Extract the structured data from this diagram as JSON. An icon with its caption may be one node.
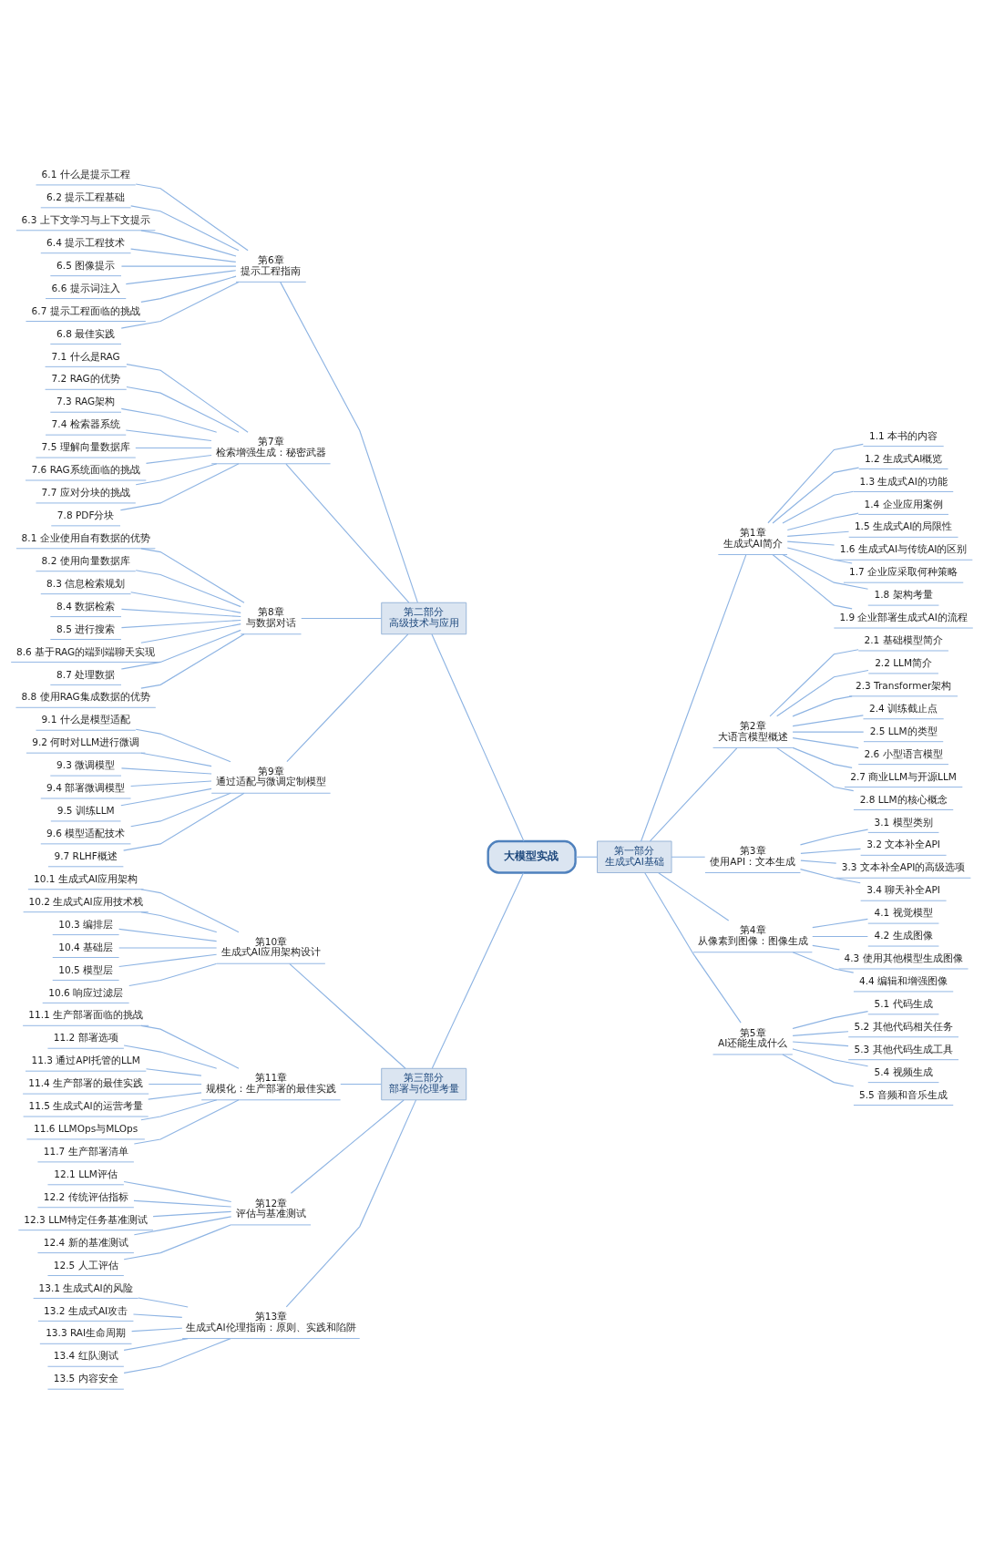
{
  "diagram": {
    "nodes": [
      {
        "text": [
          "大模型实战"
        ]
      },
      {
        "text": [
          "第一部分",
          "生成式AI基础"
        ]
      },
      {
        "text": [
          "第1章",
          "生成式AI简介"
        ]
      },
      {
        "text": [
          "1.1 本书的内容"
        ]
      },
      {
        "text": [
          "1.2 生成式AI概览"
        ]
      },
      {
        "text": [
          "1.3 生成式AI的功能"
        ]
      },
      {
        "text": [
          "1.4 企业应用案例"
        ]
      },
      {
        "text": [
          "1.5 生成式AI的局限性"
        ]
      },
      {
        "text": [
          "1.6 生成式AI与传统AI的区别"
        ]
      },
      {
        "text": [
          "1.7 企业应采取何种策略"
        ]
      },
      {
        "text": [
          "1.8 架构考量"
        ]
      },
      {
        "text": [
          "1.9 企业部署生成式AI的流程"
        ]
      },
      {
        "text": [
          "第2章",
          "大语言模型概述"
        ]
      },
      {
        "text": [
          "2.1 基础模型简介"
        ]
      },
      {
        "text": [
          "2.2 LLM简介"
        ]
      },
      {
        "text": [
          "2.3 Transformer架构"
        ]
      },
      {
        "text": [
          "2.4 训练截止点"
        ]
      },
      {
        "text": [
          "2.5 LLM的类型"
        ]
      },
      {
        "text": [
          "2.6 小型语言模型"
        ]
      },
      {
        "text": [
          "2.7 商业LLM与开源LLM"
        ]
      },
      {
        "text": [
          "2.8 LLM的核心概念"
        ]
      },
      {
        "text": [
          "第3章",
          "使用API：文本生成"
        ]
      },
      {
        "text": [
          "3.1 模型类别"
        ]
      },
      {
        "text": [
          "3.2 文本补全API"
        ]
      },
      {
        "text": [
          "3.3 文本补全API的高级选项"
        ]
      },
      {
        "text": [
          "3.4 聊天补全API"
        ]
      },
      {
        "text": [
          "第4章",
          "从像素到图像：图像生成"
        ]
      },
      {
        "text": [
          "4.1 视觉模型"
        ]
      },
      {
        "text": [
          "4.2 生成图像"
        ]
      },
      {
        "text": [
          "4.3 使用其他模型生成图像"
        ]
      },
      {
        "text": [
          "4.4 编辑和增强图像"
        ]
      },
      {
        "text": [
          "第5章",
          "AI还能生成什么"
        ]
      },
      {
        "text": [
          "5.1 代码生成"
        ]
      },
      {
        "text": [
          "5.2 其他代码相关任务"
        ]
      },
      {
        "text": [
          "5.3 其他代码生成工具"
        ]
      },
      {
        "text": [
          "5.4 视频生成"
        ]
      },
      {
        "text": [
          "5.5 音频和音乐生成"
        ]
      },
      {
        "text": [
          "第二部分",
          "高级技术与应用"
        ]
      },
      {
        "text": [
          "第6章",
          "提示工程指南"
        ]
      },
      {
        "text": [
          "6.1 什么是提示工程"
        ]
      },
      {
        "text": [
          "6.2 提示工程基础"
        ]
      },
      {
        "text": [
          "6.3 上下文学习与上下文提示"
        ]
      },
      {
        "text": [
          "6.4 提示工程技术"
        ]
      },
      {
        "text": [
          "6.5 图像提示"
        ]
      },
      {
        "text": [
          "6.6 提示词注入"
        ]
      },
      {
        "text": [
          "6.7 提示工程面临的挑战"
        ]
      },
      {
        "text": [
          "6.8 最佳实践"
        ]
      },
      {
        "text": [
          "第7章",
          "检索增强生成：秘密武器"
        ]
      },
      {
        "text": [
          "7.1 什么是RAG"
        ]
      },
      {
        "text": [
          "7.2 RAG的优势"
        ]
      },
      {
        "text": [
          "7.3 RAG架构"
        ]
      },
      {
        "text": [
          "7.4 检索器系统"
        ]
      },
      {
        "text": [
          "7.5 理解向量数据库"
        ]
      },
      {
        "text": [
          "7.6 RAG系统面临的挑战"
        ]
      },
      {
        "text": [
          "7.7 应对分块的挑战"
        ]
      },
      {
        "text": [
          "7.8 PDF分块"
        ]
      },
      {
        "text": [
          "第8章",
          "与数据对话"
        ]
      },
      {
        "text": [
          "8.1 企业使用自有数据的优势"
        ]
      },
      {
        "text": [
          "8.2 使用向量数据库"
        ]
      },
      {
        "text": [
          "8.3 信息检索规划"
        ]
      },
      {
        "text": [
          "8.4 数据检索"
        ]
      },
      {
        "text": [
          "8.5 进行搜索"
        ]
      },
      {
        "text": [
          "8.6 基于RAG的端到端聊天实现"
        ]
      },
      {
        "text": [
          "8.7 处理数据"
        ]
      },
      {
        "text": [
          "8.8 使用RAG集成数据的优势"
        ]
      },
      {
        "text": [
          "第9章",
          "通过适配与微调定制模型"
        ]
      },
      {
        "text": [
          "9.1 什么是模型适配"
        ]
      },
      {
        "text": [
          "9.2 何时对LLM进行微调"
        ]
      },
      {
        "text": [
          "9.3 微调模型"
        ]
      },
      {
        "text": [
          "9.4 部署微调模型"
        ]
      },
      {
        "text": [
          "9.5 训练LLM"
        ]
      },
      {
        "text": [
          "9.6 模型适配技术"
        ]
      },
      {
        "text": [
          "9.7 RLHF概述"
        ]
      },
      {
        "text": [
          "第三部分",
          "部署与伦理考量"
        ]
      },
      {
        "text": [
          "第10章",
          "生成式AI应用架构设计"
        ]
      },
      {
        "text": [
          "10.1 生成式AI应用架构"
        ]
      },
      {
        "text": [
          "10.2 生成式AI应用技术栈"
        ]
      },
      {
        "text": [
          "10.3 编排层"
        ]
      },
      {
        "text": [
          "10.4 基础层"
        ]
      },
      {
        "text": [
          "10.5 模型层"
        ]
      },
      {
        "text": [
          "10.6 响应过滤层"
        ]
      },
      {
        "text": [
          "第11章",
          "规模化：生产部署的最佳实践"
        ]
      },
      {
        "text": [
          "11.1 生产部署面临的挑战"
        ]
      },
      {
        "text": [
          "11.2 部署选项"
        ]
      },
      {
        "text": [
          "11.3 通过API托管的LLM"
        ]
      },
      {
        "text": [
          "11.4 生产部署的最佳实践"
        ]
      },
      {
        "text": [
          "11.5 生成式AI的运营考量"
        ]
      },
      {
        "text": [
          "11.6 LLMOps与MLOps"
        ]
      },
      {
        "text": [
          "11.7 生产部署清单"
        ]
      },
      {
        "text": [
          "第12章",
          "评估与基准测试"
        ]
      },
      {
        "text": [
          "12.1 LLM评估"
        ]
      },
      {
        "text": [
          "12.2 传统评估指标"
        ]
      },
      {
        "text": [
          "12.3 LLM特定任务基准测试"
        ]
      },
      {
        "text": [
          "12.4 新的基准测试"
        ]
      },
      {
        "text": [
          "12.5 人工评估"
        ]
      },
      {
        "text": [
          "第13章",
          "生成式AI伦理指南：原则、实践和陷阱"
        ]
      },
      {
        "text": [
          "13.1 生成式AI的风险"
        ]
      },
      {
        "text": [
          "13.2 生成式AI攻击"
        ]
      },
      {
        "text": [
          "13.3 RAI生命周期"
        ]
      },
      {
        "text": [
          "13.4 红队测试"
        ]
      },
      {
        "text": [
          "13.5 内容安全"
        ]
      }
    ],
    "edges": [
      {
        "from": 0,
        "to": 1,
        "arrow": "none"
      },
      {
        "from": 0,
        "to": 37,
        "arrow": "none"
      },
      {
        "from": 0,
        "to": 73,
        "arrow": "none"
      },
      {
        "from": 1,
        "to": 2,
        "arrow": "none"
      },
      {
        "from": 1,
        "to": 12,
        "arrow": "none"
      },
      {
        "from": 1,
        "to": 21,
        "arrow": "none"
      },
      {
        "from": 1,
        "to": 26,
        "arrow": "none"
      },
      {
        "from": 1,
        "to": 31,
        "arrow": "none"
      },
      {
        "from": 2,
        "to": 3,
        "arrow": "none"
      },
      {
        "from": 2,
        "to": 4,
        "arrow": "none"
      },
      {
        "from": 2,
        "to": 5,
        "arrow": "none"
      },
      {
        "from": 2,
        "to": 6,
        "arrow": "none"
      },
      {
        "from": 2,
        "to": 7,
        "arrow": "none"
      },
      {
        "from": 2,
        "to": 8,
        "arrow": "none"
      },
      {
        "from": 2,
        "to": 9,
        "arrow": "none"
      },
      {
        "from": 2,
        "to": 10,
        "arrow": "none"
      },
      {
        "from": 2,
        "to": 11,
        "arrow": "none"
      },
      {
        "from": 12,
        "to": 13,
        "arrow": "none"
      },
      {
        "from": 12,
        "to": 14,
        "arrow": "none"
      },
      {
        "from": 12,
        "to": 15,
        "arrow": "none"
      },
      {
        "from": 12,
        "to": 16,
        "arrow": "none"
      },
      {
        "from": 12,
        "to": 17,
        "arrow": "none"
      },
      {
        "from": 12,
        "to": 18,
        "arrow": "none"
      },
      {
        "from": 12,
        "to": 19,
        "arrow": "none"
      },
      {
        "from": 12,
        "to": 20,
        "arrow": "none"
      },
      {
        "from": 21,
        "to": 22,
        "arrow": "none"
      },
      {
        "from": 21,
        "to": 23,
        "arrow": "none"
      },
      {
        "from": 21,
        "to": 24,
        "arrow": "none"
      },
      {
        "from": 21,
        "to": 25,
        "arrow": "none"
      },
      {
        "from": 26,
        "to": 27,
        "arrow": "none"
      },
      {
        "from": 26,
        "to": 28,
        "arrow": "none"
      },
      {
        "from": 26,
        "to": 29,
        "arrow": "none"
      },
      {
        "from": 26,
        "to": 30,
        "arrow": "none"
      },
      {
        "from": 31,
        "to": 32,
        "arrow": "none"
      },
      {
        "from": 31,
        "to": 33,
        "arrow": "none"
      },
      {
        "from": 31,
        "to": 34,
        "arrow": "none"
      },
      {
        "from": 31,
        "to": 35,
        "arrow": "none"
      },
      {
        "from": 31,
        "to": 36,
        "arrow": "none"
      },
      {
        "from": 37,
        "to": 38,
        "arrow": "none"
      },
      {
        "from": 37,
        "to": 47,
        "arrow": "none"
      },
      {
        "from": 37,
        "to": 56,
        "arrow": "none"
      },
      {
        "from": 37,
        "to": 65,
        "arrow": "none"
      },
      {
        "from": 38,
        "to": 39,
        "arrow": "none"
      },
      {
        "from": 38,
        "to": 40,
        "arrow": "none"
      },
      {
        "from": 38,
        "to": 41,
        "arrow": "none"
      },
      {
        "from": 38,
        "to": 42,
        "arrow": "none"
      },
      {
        "from": 38,
        "to": 43,
        "arrow": "none"
      },
      {
        "from": 38,
        "to": 44,
        "arrow": "none"
      },
      {
        "from": 38,
        "to": 45,
        "arrow": "none"
      },
      {
        "from": 38,
        "to": 46,
        "arrow": "none"
      },
      {
        "from": 47,
        "to": 48,
        "arrow": "none"
      },
      {
        "from": 47,
        "to": 49,
        "arrow": "none"
      },
      {
        "from": 47,
        "to": 50,
        "arrow": "none"
      },
      {
        "from": 47,
        "to": 51,
        "arrow": "none"
      },
      {
        "from": 47,
        "to": 52,
        "arrow": "none"
      },
      {
        "from": 47,
        "to": 53,
        "arrow": "none"
      },
      {
        "from": 47,
        "to": 54,
        "arrow": "none"
      },
      {
        "from": 47,
        "to": 55,
        "arrow": "none"
      },
      {
        "from": 56,
        "to": 57,
        "arrow": "none"
      },
      {
        "from": 56,
        "to": 58,
        "arrow": "none"
      },
      {
        "from": 56,
        "to": 59,
        "arrow": "none"
      },
      {
        "from": 56,
        "to": 60,
        "arrow": "none"
      },
      {
        "from": 56,
        "to": 61,
        "arrow": "none"
      },
      {
        "from": 56,
        "to": 62,
        "arrow": "none"
      },
      {
        "from": 56,
        "to": 63,
        "arrow": "none"
      },
      {
        "from": 56,
        "to": 64,
        "arrow": "none"
      },
      {
        "from": 65,
        "to": 66,
        "arrow": "none"
      },
      {
        "from": 65,
        "to": 67,
        "arrow": "none"
      },
      {
        "from": 65,
        "to": 68,
        "arrow": "none"
      },
      {
        "from": 65,
        "to": 69,
        "arrow": "none"
      },
      {
        "from": 65,
        "to": 70,
        "arrow": "none"
      },
      {
        "from": 65,
        "to": 71,
        "arrow": "none"
      },
      {
        "from": 65,
        "to": 72,
        "arrow": "none"
      },
      {
        "from": 73,
        "to": 74,
        "arrow": "none"
      },
      {
        "from": 73,
        "to": 81,
        "arrow": "none"
      },
      {
        "from": 73,
        "to": 89,
        "arrow": "none"
      },
      {
        "from": 73,
        "to": 95,
        "arrow": "none"
      },
      {
        "from": 74,
        "to": 75,
        "arrow": "none"
      },
      {
        "from": 74,
        "to": 76,
        "arrow": "none"
      },
      {
        "from": 74,
        "to": 77,
        "arrow": "none"
      },
      {
        "from": 74,
        "to": 78,
        "arrow": "none"
      },
      {
        "from": 74,
        "to": 79,
        "arrow": "none"
      },
      {
        "from": 74,
        "to": 80,
        "arrow": "none"
      },
      {
        "from": 81,
        "to": 82,
        "arrow": "none"
      },
      {
        "from": 81,
        "to": 83,
        "arrow": "none"
      },
      {
        "from": 81,
        "to": 84,
        "arrow": "none"
      },
      {
        "from": 81,
        "to": 85,
        "arrow": "none"
      },
      {
        "from": 81,
        "to": 86,
        "arrow": "none"
      },
      {
        "from": 81,
        "to": 87,
        "arrow": "none"
      },
      {
        "from": 81,
        "to": 88,
        "arrow": "none"
      },
      {
        "from": 89,
        "to": 90,
        "arrow": "none"
      },
      {
        "from": 89,
        "to": 91,
        "arrow": "none"
      },
      {
        "from": 89,
        "to": 92,
        "arrow": "none"
      },
      {
        "from": 89,
        "to": 93,
        "arrow": "none"
      },
      {
        "from": 89,
        "to": 94,
        "arrow": "none"
      },
      {
        "from": 95,
        "to": 96,
        "arrow": "none"
      },
      {
        "from": 95,
        "to": 97,
        "arrow": "none"
      },
      {
        "from": 95,
        "to": 98,
        "arrow": "none"
      },
      {
        "from": 95,
        "to": 99,
        "arrow": "none"
      },
      {
        "from": 95,
        "to": 100,
        "arrow": "none"
      }
    ]
  }
}
